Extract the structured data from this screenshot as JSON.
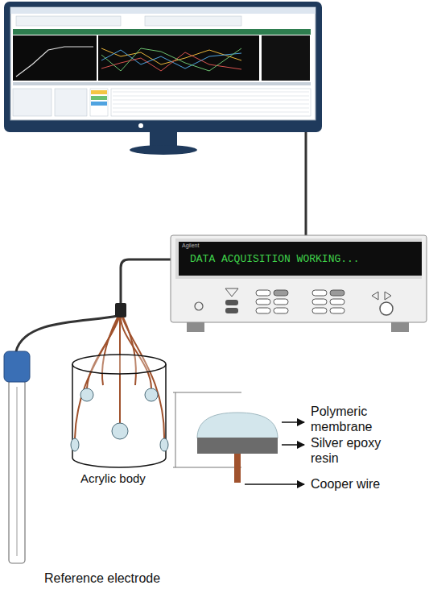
{
  "diagram": {
    "nodes": [
      {
        "text": [
          "DATA ACQUISITION WORKING..."
        ]
      }
    ],
    "labels": [
      "Agilent",
      "Polymeric membrane",
      "Silver epoxy resin",
      "Cooper wire",
      "Acrylic body",
      "Reference electrode"
    ]
  }
}
